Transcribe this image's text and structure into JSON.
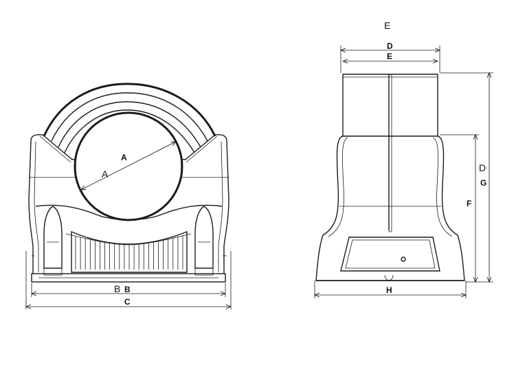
{
  "front_view": {
    "labels": {
      "diameter_bold": "A",
      "diameter_thin": "A",
      "base_width_thin": "B",
      "base_width_bold": "B",
      "overall_width": "C"
    }
  },
  "side_view": {
    "labels": {
      "top_thin": "E",
      "top_width_bold": "D",
      "top_inner_bold": "E",
      "height_thin": "D",
      "height_bold": "G",
      "lower_height": "F",
      "base_width": "H"
    }
  }
}
